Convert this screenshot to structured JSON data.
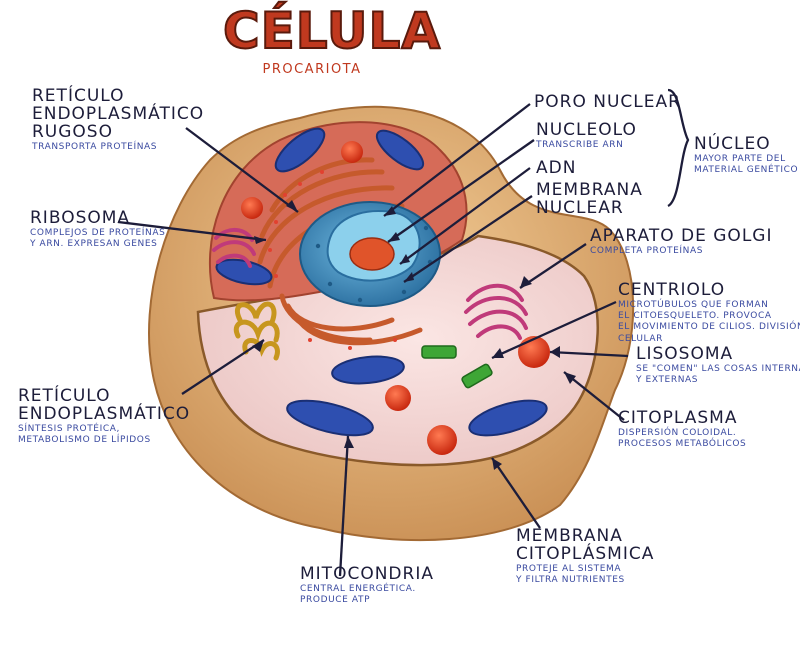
{
  "title": "CÉLULA",
  "subtitle": "PROCARIOTA",
  "labels": {
    "reticulo_rugoso": {
      "title_lines": [
        "RETÍCULO",
        "ENDOPLASMÁTICO",
        "RUGOSO"
      ],
      "sub_lines": [
        "TRANSPORTA PROTEÍNAS"
      ]
    },
    "ribosoma": {
      "title_lines": [
        "RIBOSOMA"
      ],
      "sub_lines": [
        "COMPLEJOS DE PROTEÍNAS",
        "Y ARN. EXPRESAN GENES"
      ]
    },
    "reticulo_liso": {
      "title_lines": [
        "RETÍCULO",
        "ENDOPLASMÁTICO"
      ],
      "sub_lines": [
        "SÍNTESIS PROTÉICA,",
        "METABOLISMO DE LÍPIDOS"
      ]
    },
    "mitocondria": {
      "title_lines": [
        "MITOCONDRIA"
      ],
      "sub_lines": [
        "CENTRAL ENERGÉTICA.",
        "PRODUCE ATP"
      ]
    },
    "membrana_citoplasmica": {
      "title_lines": [
        "MEMBRANA",
        "CITOPLÁSMICA"
      ],
      "sub_lines": [
        "PROTEJE AL SISTEMA",
        "Y FILTRA NUTRIENTES"
      ]
    },
    "citoplasma": {
      "title_lines": [
        "CITOPLASMA"
      ],
      "sub_lines": [
        "DISPERSIÓN COLOIDAL.",
        "PROCESOS METABÓLICOS"
      ]
    },
    "lisosoma": {
      "title_lines": [
        "LISOSOMA"
      ],
      "sub_lines": [
        "SE \"COMEN\" LAS COSAS INTERNAS",
        "Y EXTERNAS"
      ]
    },
    "centriolo": {
      "title_lines": [
        "CENTRIOLO"
      ],
      "sub_lines": [
        "MICROTÚBULOS QUE FORMAN",
        "EL CITOESQUELETO. PROVOCA",
        "EL MOVIMIENTO DE CILIOS. DIVISIÓN",
        "CELULAR"
      ]
    },
    "aparato_golgi": {
      "title_lines": [
        "APARATO DE GOLGI"
      ],
      "sub_lines": [
        "COMPLETA PROTEÍNAS"
      ]
    },
    "poro_nuclear": {
      "title_lines": [
        "PORO NUCLEAR"
      ],
      "sub_lines": []
    },
    "nucleolo": {
      "title_lines": [
        "NUCLEOLO"
      ],
      "sub_lines": [
        "TRANSCRIBE ARN"
      ]
    },
    "adn": {
      "title_lines": [
        "ADN"
      ],
      "sub_lines": []
    },
    "membrana_nuclear": {
      "title_lines": [
        "MEMBRANA",
        "NUCLEAR"
      ],
      "sub_lines": []
    },
    "nucleo": {
      "title_lines": [
        "NÚCLEO"
      ],
      "sub_lines": [
        "MAYOR PARTE DEL",
        "MATERIAL GENÉTICO"
      ]
    }
  },
  "colors": {
    "title": "#c0391f",
    "label_text": "#1d1d3a",
    "sublabel_text": "#3a4aa0",
    "outer_membrane": "#e2b07a",
    "cytoplasm_cut": "#f3d6d4",
    "inner_cavity": "#d06a5a",
    "rough_er": "#d86a3a",
    "nucleus": "#3f8fbf",
    "nucleolus": "#e0542a",
    "mitochondria": "#2e4fb0",
    "lysosome": "#e8391d",
    "golgi": "#c03a7a",
    "smooth_er": "#d9b03a",
    "centriole": "#3ea636"
  }
}
